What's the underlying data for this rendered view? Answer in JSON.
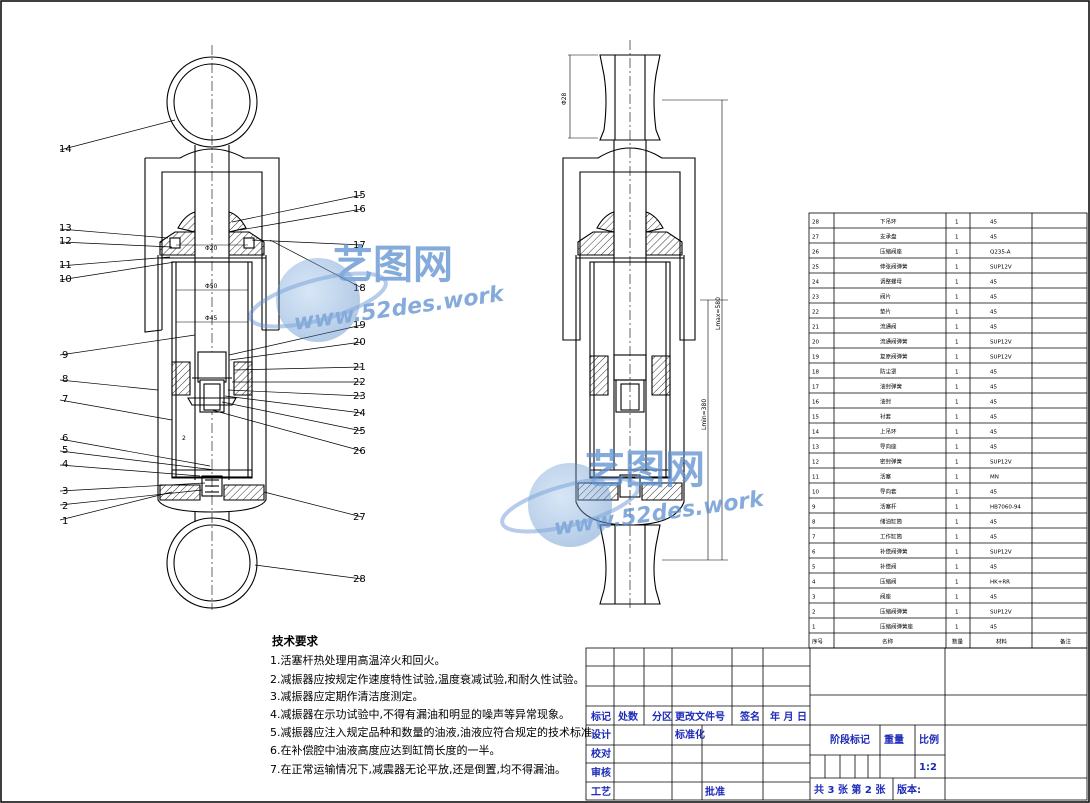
{
  "watermark": {
    "brand": "艺图网",
    "url": "www.52des.work"
  },
  "balloons": [
    "1",
    "2",
    "3",
    "4",
    "5",
    "6",
    "7",
    "8",
    "9",
    "10",
    "11",
    "12",
    "13",
    "14",
    "15",
    "16",
    "17",
    "18",
    "19",
    "20",
    "21",
    "22",
    "23",
    "24",
    "25",
    "26",
    "27",
    "28"
  ],
  "dims_left": {
    "d1": "Φ20",
    "d2": "Φ50",
    "d3": "Φ45",
    "d4": "2"
  },
  "dims_right": {
    "d1": "Φ28",
    "d2": "Lmax=580",
    "d3": "Lmin=380"
  },
  "bom": {
    "rows": [
      {
        "no": "28",
        "name": "下吊环",
        "qty": "1",
        "mat": "45"
      },
      {
        "no": "27",
        "name": "支承盘",
        "qty": "1",
        "mat": "45"
      },
      {
        "no": "26",
        "name": "压缩阀座",
        "qty": "1",
        "mat": "Q235-A"
      },
      {
        "no": "25",
        "name": "伸张阀弹簧",
        "qty": "1",
        "mat": "SUP12V"
      },
      {
        "no": "24",
        "name": "调整螺母",
        "qty": "1",
        "mat": "45"
      },
      {
        "no": "23",
        "name": "阀片",
        "qty": "1",
        "mat": "45"
      },
      {
        "no": "22",
        "name": "垫片",
        "qty": "1",
        "mat": "45"
      },
      {
        "no": "21",
        "name": "流通阀",
        "qty": "1",
        "mat": "45"
      },
      {
        "no": "20",
        "name": "流通阀弹簧",
        "qty": "1",
        "mat": "SUP12V"
      },
      {
        "no": "19",
        "name": "复原阀弹簧",
        "qty": "1",
        "mat": "SUP12V"
      },
      {
        "no": "18",
        "name": "防尘罩",
        "qty": "1",
        "mat": "45"
      },
      {
        "no": "17",
        "name": "油封弹簧",
        "qty": "1",
        "mat": "45"
      },
      {
        "no": "16",
        "name": "油封",
        "qty": "1",
        "mat": "45"
      },
      {
        "no": "15",
        "name": "衬套",
        "qty": "1",
        "mat": "45"
      },
      {
        "no": "14",
        "name": "上吊环",
        "qty": "1",
        "mat": "45"
      },
      {
        "no": "13",
        "name": "导向座",
        "qty": "1",
        "mat": "45"
      },
      {
        "no": "12",
        "name": "密封弹簧",
        "qty": "1",
        "mat": "SUP12V"
      },
      {
        "no": "11",
        "name": "活塞",
        "qty": "1",
        "mat": "MN"
      },
      {
        "no": "10",
        "name": "导向套",
        "qty": "1",
        "mat": "45"
      },
      {
        "no": "9",
        "name": "活塞杆",
        "qty": "1",
        "mat": "HB7060-94"
      },
      {
        "no": "8",
        "name": "储油缸筒",
        "qty": "1",
        "mat": "45"
      },
      {
        "no": "7",
        "name": "工作缸筒",
        "qty": "1",
        "mat": "45"
      },
      {
        "no": "6",
        "name": "补偿阀弹簧",
        "qty": "1",
        "mat": "SUP12V"
      },
      {
        "no": "5",
        "name": "补偿阀",
        "qty": "1",
        "mat": "45"
      },
      {
        "no": "4",
        "name": "压缩阀",
        "qty": "1",
        "mat": "HK+RR"
      },
      {
        "no": "3",
        "name": "阀座",
        "qty": "1",
        "mat": "45"
      },
      {
        "no": "2",
        "name": "压缩阀弹簧",
        "qty": "1",
        "mat": "SUP12V"
      },
      {
        "no": "1",
        "name": "压缩阀弹簧座",
        "qty": "1",
        "mat": "45"
      }
    ],
    "headers": {
      "no": "序号",
      "name": "名称",
      "qty": "数量",
      "mat": "材料",
      "note": "备注"
    }
  },
  "requirements": {
    "title": "技术要求",
    "items": [
      "1.活塞杆热处理用高温淬火和回火。",
      "2.减振器应按规定作速度特性试验,温度衰减试验,和耐久性试验。",
      "3.减振器应定期作清洁度测定。",
      "4.减振器在示功试验中,不得有漏油和明显的噪声等异常现象。",
      "5.减振器应注入规定品种和数量的油液,油液应符合规定的技术标准。",
      "6.在补偿腔中油液高度应达到缸筒长度的一半。",
      "7.在正常运输情况下,减震器无论平放,还是倒置,均不得漏油。"
    ]
  },
  "title_block": {
    "mark": "标记",
    "count": "处数",
    "zone": "分区",
    "docno": "更改文件号",
    "sign": "签名",
    "date": "年 月 日",
    "design": "设计",
    "std": "标准化",
    "check": "校对",
    "review": "审核",
    "process": "工艺",
    "approve": "批准",
    "stage": "阶段标记",
    "weight": "重量",
    "scale_label": "比例",
    "scale": "1:2",
    "sheets": "共 3 张 第 2 张",
    "version": "版本:"
  }
}
